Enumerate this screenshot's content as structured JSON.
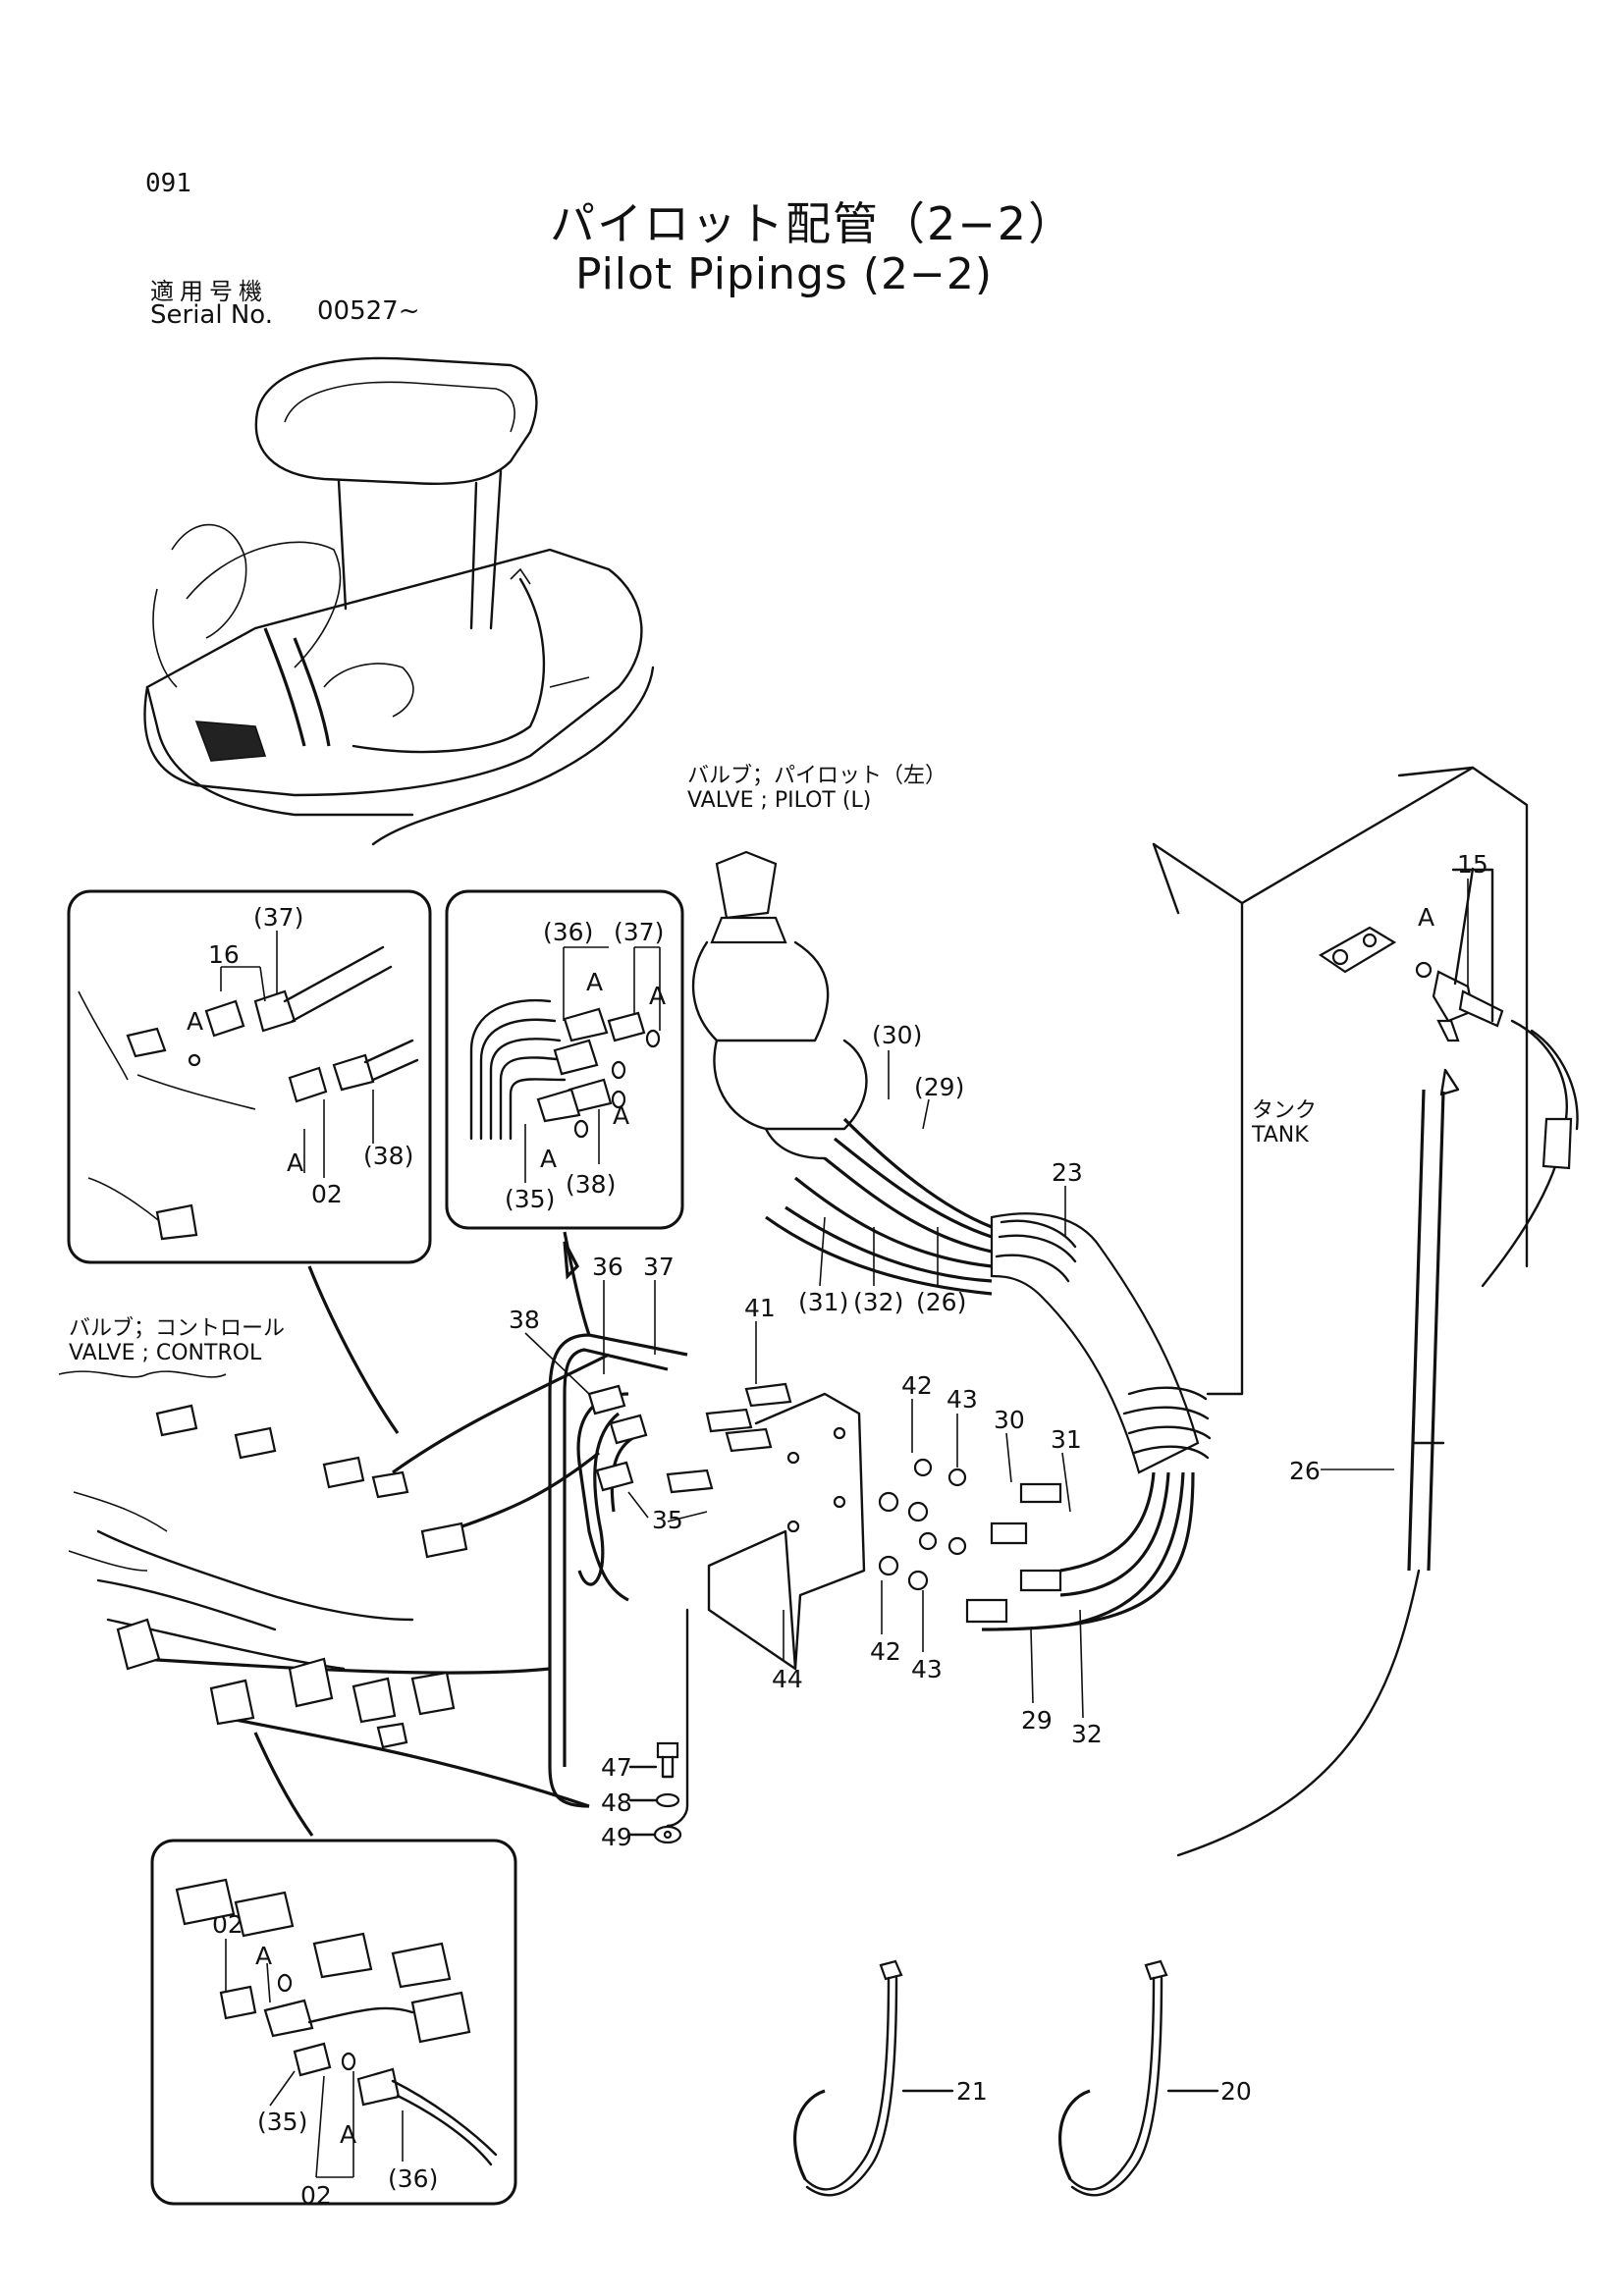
{
  "page_number": "091",
  "title_ja": "パイロット配管（2−2）",
  "title_en": "Pilot Pipings (2−2)",
  "serial": {
    "label_ja": "適用号機",
    "label_en": "Serial No.",
    "value": "00527~"
  },
  "labels": {
    "valve_pilot_ja": "バルブ；パイロット（左）",
    "valve_pilot_en": "VALVE ; PILOT (L)",
    "valve_control_ja": "バルブ；コントロール",
    "valve_control_en": "VALVE ; CONTROL",
    "tank_ja": "タンク",
    "tank_en": "TANK"
  },
  "callouts": {
    "c15": "15",
    "a_tank": "A",
    "c23": "23",
    "c26": "26",
    "c30p": "(30)",
    "c29p": "(29)",
    "c31p": "(31)",
    "c32p": "(32)",
    "c26p": "(26)",
    "c36": "36",
    "c37": "37",
    "c38": "38",
    "c41": "41",
    "c35": "35",
    "c42a": "42",
    "c43a": "43",
    "c30": "30",
    "c31": "31",
    "c44": "44",
    "c42b": "42",
    "c43b": "43",
    "c29": "29",
    "c32": "32",
    "c47": "47",
    "c48": "48",
    "c49": "49",
    "c21": "21",
    "c20": "20"
  },
  "detail_left": {
    "c37p": "(37)",
    "c16": "16",
    "a1": "A",
    "a2": "A",
    "c38p": "(38)",
    "c02": "02"
  },
  "detail_mid": {
    "c36p": "(36)",
    "c37p": "(37)",
    "a1": "A",
    "a2": "A",
    "a3": "A",
    "a4": "A",
    "c38p": "(38)",
    "c35p": "(35)"
  },
  "detail_bottom": {
    "c02a": "02",
    "a1": "A",
    "c35p": "(35)",
    "a2": "A",
    "c02b": "02",
    "c36p": "(36)"
  }
}
